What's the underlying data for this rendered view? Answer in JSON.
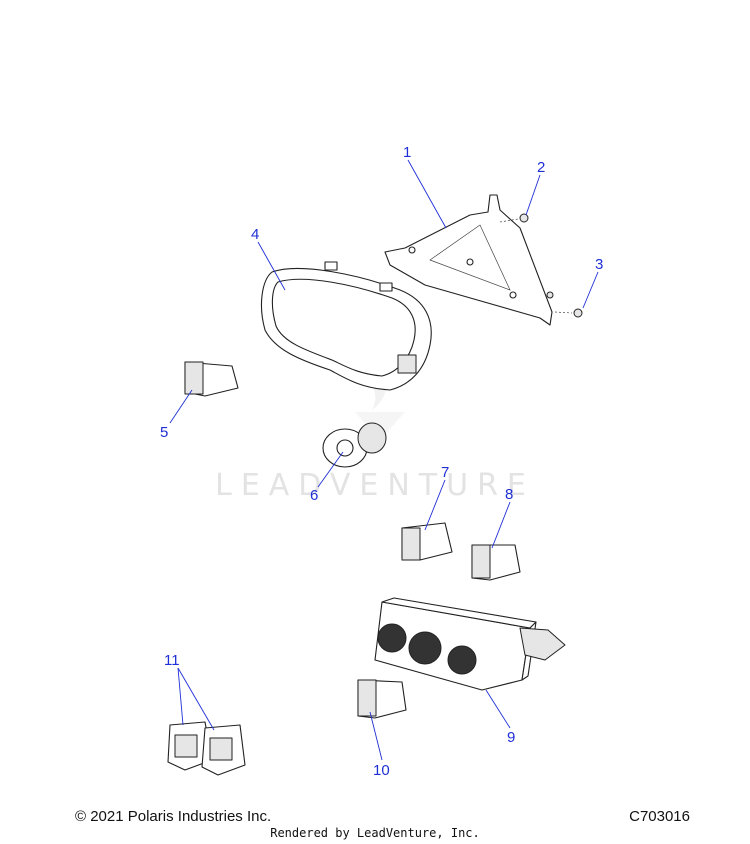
{
  "watermark": "LEADVENTURE",
  "callouts": [
    "1",
    "2",
    "3",
    "4",
    "5",
    "6",
    "7",
    "8",
    "9",
    "10",
    "11"
  ],
  "footer": {
    "copyright": "© 2021 Polaris Industries Inc.",
    "drawing_id": "C703016",
    "rendered_by": "Rendered by LeadVenture, Inc."
  },
  "colors": {
    "callout": "#1f2fd6",
    "line": "#222222"
  }
}
